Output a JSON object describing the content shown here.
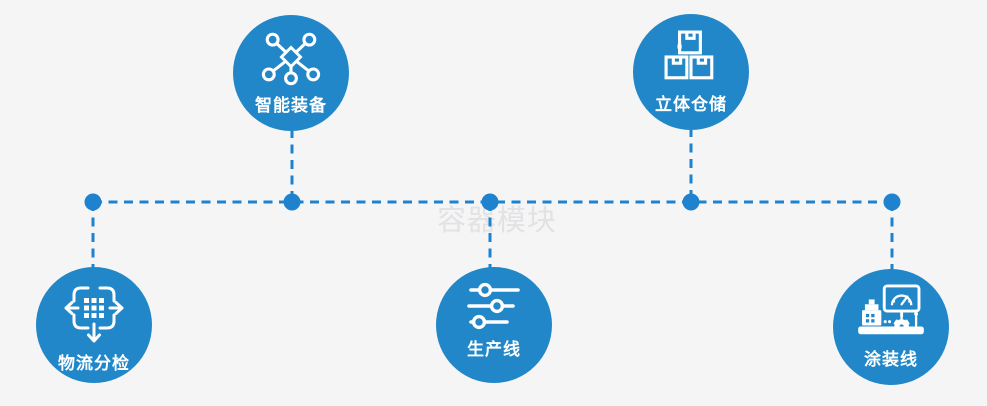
{
  "watermark": {
    "text": "容器模块"
  },
  "colors": {
    "background": "#f5f5f6",
    "circle_fill": "#2187c8",
    "connector_blue": "#1f82cf",
    "icon_white": "#ffffff",
    "label_white": "#ffffff",
    "watermark_gray": "#e2e2e4"
  },
  "diagram": {
    "type": "process-node-diagram",
    "top_row_labels": [
      "智能装备",
      "立体仓储"
    ],
    "bottom_row_labels": [
      "物流分检",
      "生产线",
      "涂装线"
    ]
  },
  "nodes": [
    {
      "label": "智能装备",
      "icon": "network-nodes-icon",
      "row": "top"
    },
    {
      "label": "立体仓储",
      "icon": "stacked-boxes-icon",
      "row": "top"
    },
    {
      "label": "物流分检",
      "icon": "sorting-arrows-icon",
      "row": "bottom"
    },
    {
      "label": "生产线",
      "icon": "sliders-icon",
      "row": "bottom"
    },
    {
      "label": "涂装线",
      "icon": "machine-monitor-icon",
      "row": "bottom"
    }
  ]
}
